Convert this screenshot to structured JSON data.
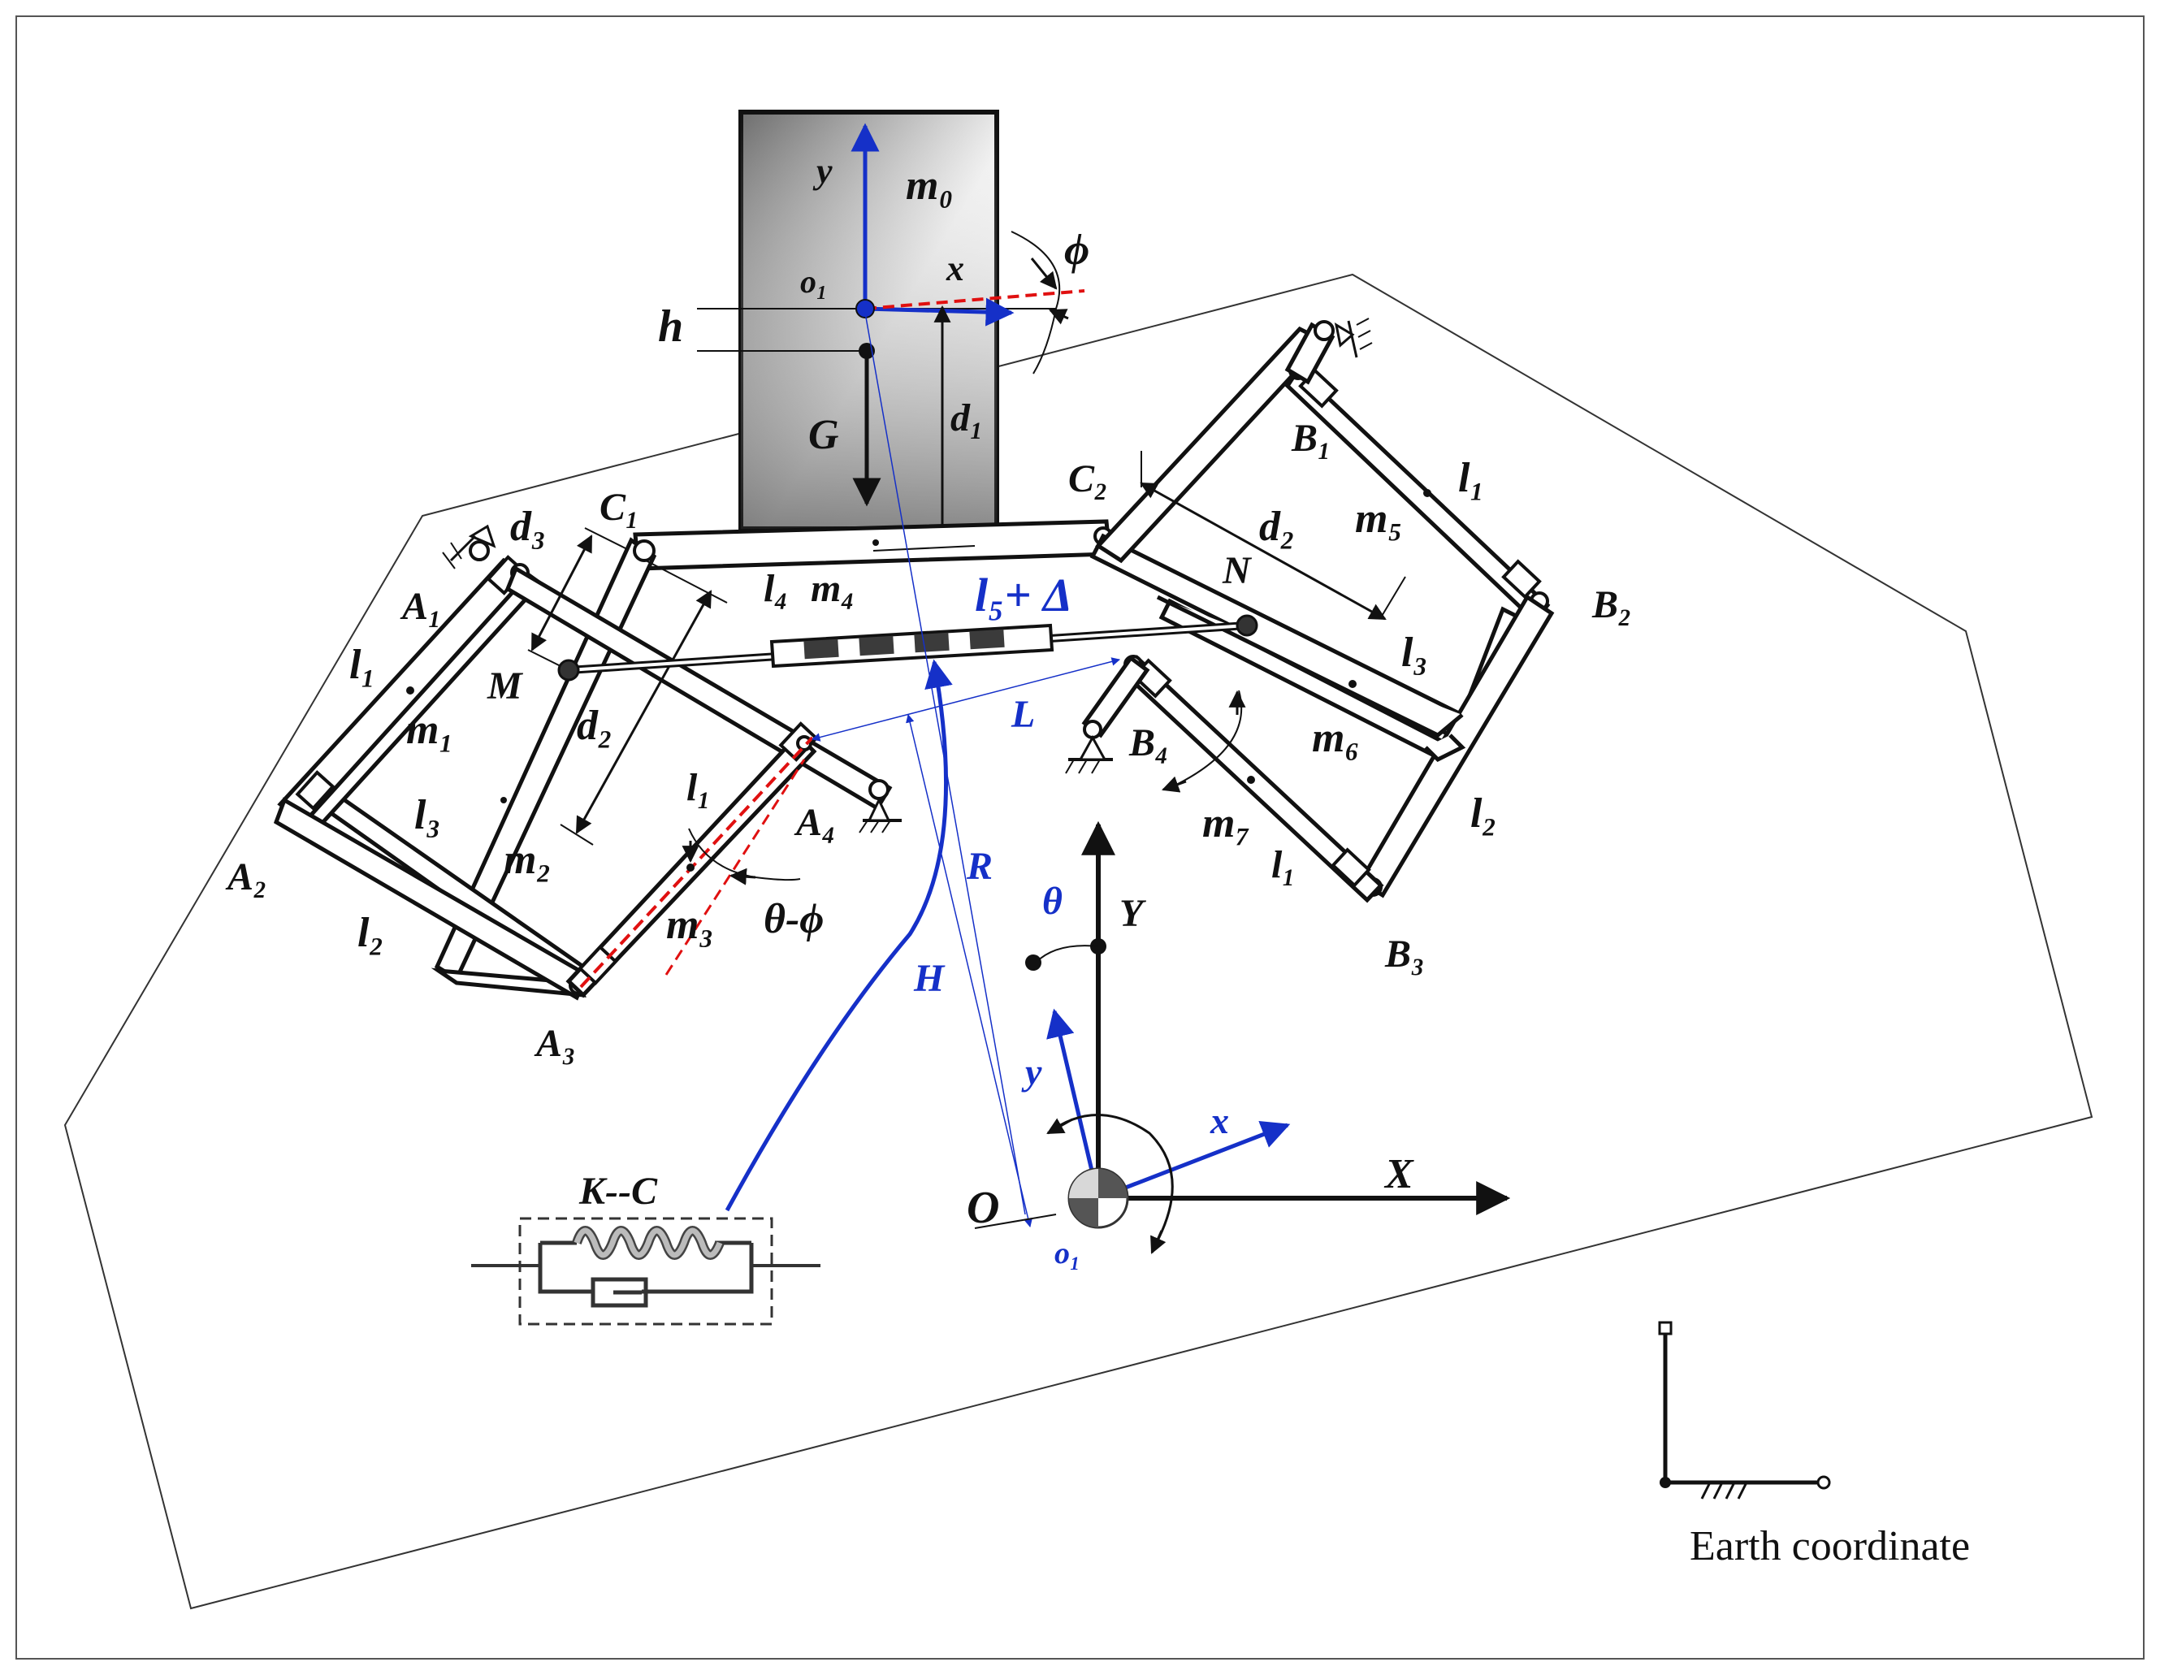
{
  "labels": {
    "m0": "m₀",
    "y_top": "y",
    "x_top": "x",
    "o1_top": "o₁",
    "phi": "ϕ",
    "h": "h",
    "G": "G",
    "d1": "d₁",
    "C1": "C₁",
    "C2": "C₂",
    "d3": "d₃",
    "d2_left": "d₂",
    "d2_right": "d₂",
    "A1": "A₁",
    "A2": "A₂",
    "A3": "A₃",
    "A4": "A₄",
    "B1": "B₁",
    "B2": "B₂",
    "B3": "B₃",
    "B4": "B₄",
    "M": "M",
    "N": "N",
    "l1_a": "l₁",
    "l1_b": "l₁",
    "l1_c": "l₁",
    "l1_d": "l₁",
    "l2_a": "l₂",
    "l2_b": "l₂",
    "l3_a": "l₃",
    "l3_b": "l₃",
    "l4": "l₄",
    "m1": "m₁",
    "m2": "m₂",
    "m3": "m₃",
    "m4": "m₄",
    "m5": "m₅",
    "m6": "m₆",
    "m7": "m₇",
    "l5_delta": "l₅+ Δ",
    "L": "L",
    "R": "R",
    "H": "H",
    "theta": "θ",
    "theta_minus_phi": "θ-ϕ",
    "Y": "Y",
    "X": "X",
    "O": "O",
    "o1_bottom": "o₁",
    "y_bottom": "y",
    "x_bottom": "x",
    "spring": "K--C",
    "earth": "Earth coordinate"
  },
  "colors": {
    "blue": "#1530c8",
    "red_dash": "#e01010",
    "ink": "#111111"
  },
  "icons": [
    "pin-support-icon",
    "spring-damper-icon",
    "ground-hatch-icon",
    "revolute-joint-icon"
  ]
}
